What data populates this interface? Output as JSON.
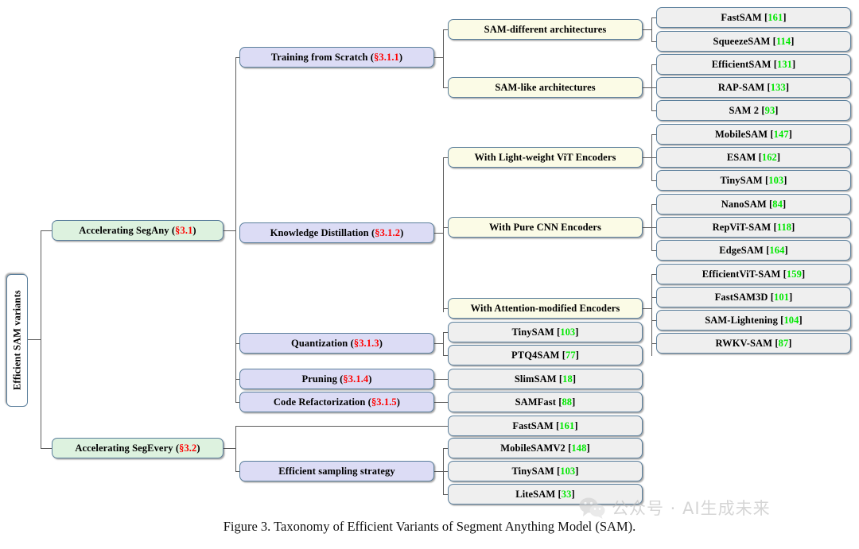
{
  "figure": {
    "caption": "Figure 3. Taxonomy of Efficient Variants of Segment Anything Model (SAM).",
    "watermark_text": "公众号 · AI生成未来",
    "watermark_icon": "wechat-icon"
  },
  "colors": {
    "root_fill": "#ffffff",
    "level1_fill": "#ddf2df",
    "level2_fill": "#dcdcf5",
    "level3_fill": "#fbfbe6",
    "leaf_fill": "#efefef",
    "border": "#5b7f9c",
    "connector": "#5c5c5c",
    "section_number": "#ff0000",
    "citation_number": "#00e800"
  },
  "tree": {
    "root": {
      "label": "Efficient SAM variants"
    },
    "level1": [
      {
        "id": "seg-any",
        "label": "Accelerating SegAny",
        "section": "§3.1"
      },
      {
        "id": "seg-every",
        "label": "Accelerating SegEvery",
        "section": "§3.2"
      }
    ],
    "level2": [
      {
        "id": "training-from-scratch",
        "label": "Training from Scratch",
        "section": "§3.1.1"
      },
      {
        "id": "knowledge-distillation",
        "label": "Knowledge Distillation",
        "section": "§3.1.2"
      },
      {
        "id": "quantization",
        "label": "Quantization",
        "section": "§3.1.3"
      },
      {
        "id": "pruning",
        "label": "Pruning",
        "section": "§3.1.4"
      },
      {
        "id": "code-refactorization",
        "label": "Code Refactorization",
        "section": "§3.1.5"
      },
      {
        "id": "efficient-sampling",
        "label": "Efficient sampling strategy",
        "section": ""
      }
    ],
    "level3": [
      {
        "id": "sam-different-arch",
        "label": "SAM-different architectures"
      },
      {
        "id": "sam-like-arch",
        "label": "SAM-like architectures"
      },
      {
        "id": "light-weight-vit",
        "label": "With Light-weight ViT Encoders"
      },
      {
        "id": "pure-cnn",
        "label": "With Pure CNN Encoders"
      },
      {
        "id": "attention-modified",
        "label": "With Attention-modified Encoders"
      }
    ],
    "leaves": [
      {
        "id": "fastsam-1",
        "name": "FastSAM",
        "cite": "161"
      },
      {
        "id": "squeezesam",
        "name": "SqueezeSAM",
        "cite": "114"
      },
      {
        "id": "efficientsam",
        "name": "EfficientSAM",
        "cite": "131"
      },
      {
        "id": "rap-sam",
        "name": "RAP-SAM",
        "cite": "133"
      },
      {
        "id": "sam-2",
        "name": "SAM 2",
        "cite": "93"
      },
      {
        "id": "mobilesam",
        "name": "MobileSAM",
        "cite": "147"
      },
      {
        "id": "esam",
        "name": "ESAM",
        "cite": "162"
      },
      {
        "id": "tinysam-1",
        "name": "TinySAM",
        "cite": "103"
      },
      {
        "id": "nanosam",
        "name": "NanoSAM",
        "cite": "84"
      },
      {
        "id": "repvit-sam",
        "name": "RepViT-SAM",
        "cite": "118"
      },
      {
        "id": "edgesam",
        "name": "EdgeSAM",
        "cite": "164"
      },
      {
        "id": "efficientvit-sam",
        "name": "EfficientViT-SAM",
        "cite": "159"
      },
      {
        "id": "fastsam3d",
        "name": "FastSAM3D",
        "cite": "101"
      },
      {
        "id": "sam-lightening",
        "name": "SAM-Lightening",
        "cite": "104"
      },
      {
        "id": "rwkv-sam",
        "name": "RWKV-SAM",
        "cite": "87"
      },
      {
        "id": "tinysam-2",
        "name": "TinySAM",
        "cite": "103"
      },
      {
        "id": "ptq4sam",
        "name": "PTQ4SAM",
        "cite": "77"
      },
      {
        "id": "slimsam",
        "name": "SlimSAM",
        "cite": "18"
      },
      {
        "id": "samfast",
        "name": "SAMFast",
        "cite": "88"
      },
      {
        "id": "fastsam-2",
        "name": "FastSAM",
        "cite": "161"
      },
      {
        "id": "mobilesamv2",
        "name": "MobileSAMV2",
        "cite": "148"
      },
      {
        "id": "tinysam-3",
        "name": "TinySAM",
        "cite": "103"
      },
      {
        "id": "litesam",
        "name": "LiteSAM",
        "cite": "33"
      }
    ]
  }
}
